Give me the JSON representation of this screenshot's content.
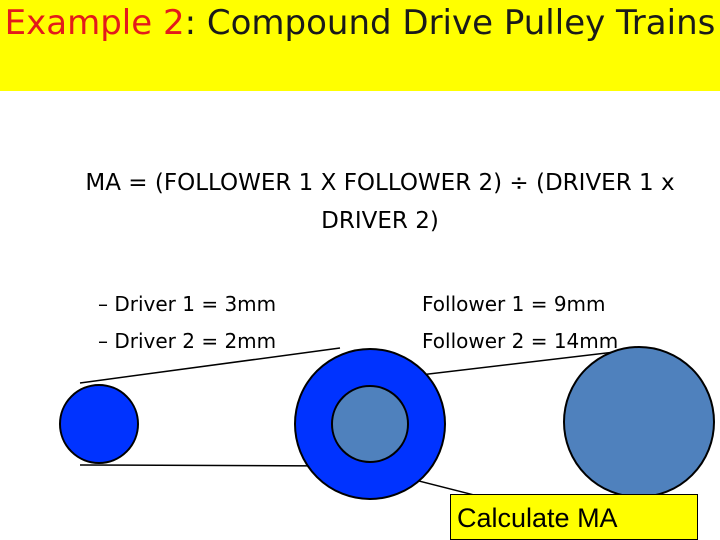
{
  "title": {
    "highlight": "Example 2",
    "rest": ": Compound Drive Pulley Trains"
  },
  "formula": "MA = (FOLLOWER 1 X FOLLOWER 2) ÷ (DRIVER 1 x DRIVER 2)",
  "drivers": [
    "– Driver 1 = 3mm",
    "– Driver 2 = 2mm"
  ],
  "followers": [
    "Follower 1 = 9mm",
    "Follower 2 = 14mm"
  ],
  "callout": "Calculate MA",
  "colors": {
    "banner": "#ffff00",
    "title_highlight": "#e31b1b",
    "driver_pulley": "#0033ff",
    "compound_outer": "#0033ff",
    "compound_inner": "#4f81bd",
    "large_pulley": "#4f81bd"
  }
}
